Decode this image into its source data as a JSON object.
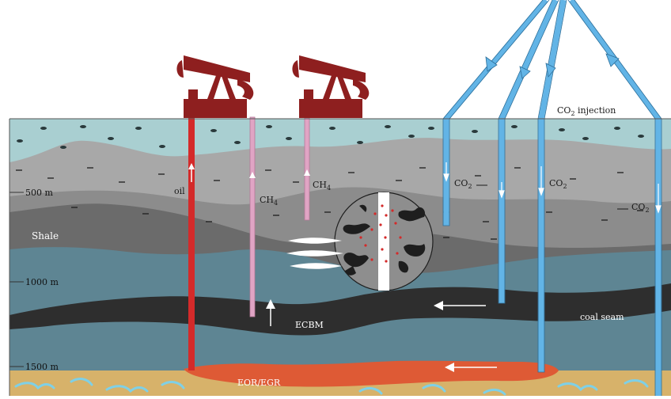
{
  "labels": {
    "oil": "oil",
    "ch4_a": "CH",
    "ch4_a_sub": "4",
    "ch4_b": "CH",
    "ch4_b_sub": "4",
    "co2_injection": "CO",
    "co2_injection_sub": "2",
    "co2_injection_rest": " injection",
    "co2_a": "CO",
    "co2_a_sub": "2",
    "co2_b": "CO",
    "co2_b_sub": "2",
    "co2_c": "CO",
    "co2_c_sub": "2",
    "shale": "Shale",
    "coal_seam": "coal seam",
    "ecbm": "ECBM",
    "eor_egr": "EOR/EGR"
  },
  "depths": {
    "d500": "500 m",
    "d1000": "1000 m",
    "d1500": "1500 m"
  },
  "colors": {
    "top_layer": "#a9cfd1",
    "grey_light": "#a8a8a8",
    "grey_mid": "#8c8c8c",
    "grey_dark": "#6b6b6b",
    "slate_blue": "#5e8593",
    "coal": "#2e2e2e",
    "reservoir": "#de5a35",
    "sand": "#d7b26a",
    "oil_well": "#d42a2a",
    "gas_well": "#e0a4c4",
    "pump": "#8e1f1f",
    "co2_pipe": "#62b4e6"
  }
}
